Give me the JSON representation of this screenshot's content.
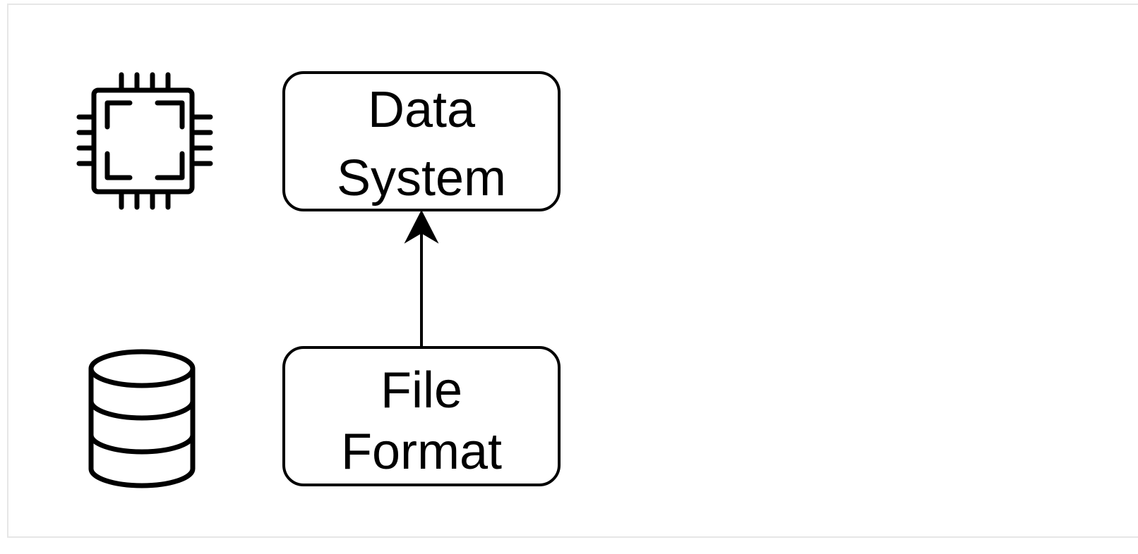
{
  "nodes": {
    "data_system": {
      "line1": "Data",
      "line2": "System"
    },
    "file_format": {
      "line1": "File",
      "line2": "Format"
    }
  },
  "edges": [
    {
      "from": "file_format",
      "to": "data_system"
    }
  ],
  "icons": {
    "top_left": "cpu-chip-icon",
    "bottom_left": "database-icon"
  },
  "colors": {
    "stroke": "#000000",
    "background": "#ffffff",
    "frame": "#e6e6e6"
  }
}
